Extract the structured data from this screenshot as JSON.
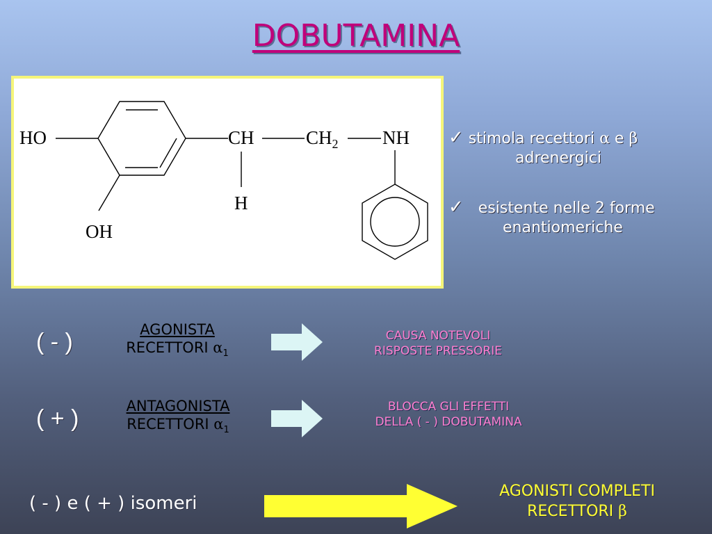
{
  "slide": {
    "title": "DOBUTAMINA",
    "structure": {
      "labels": {
        "ho": "HO",
        "oh": "OH",
        "ch": "CH",
        "ch2_main": "CH",
        "ch2_sub": "2",
        "nh": "NH",
        "h": "H"
      }
    },
    "bullets": [
      {
        "check": "✓",
        "line1_pre": "stimola recettori ",
        "alpha": "α",
        "mid": " e ",
        "beta": "β",
        "line2": "adrenergici"
      },
      {
        "check": "✓",
        "line1": "esistente nelle 2 forme",
        "line2": "enantiomeriche"
      }
    ],
    "rows": [
      {
        "sign": "( - )",
        "role": "AGONISTA",
        "receptor": "RECETTORI ",
        "alpha": "α",
        "sub": "1",
        "effect_line1": "CAUSA NOTEVOLI",
        "effect_line2": "RISPOSTE PRESSORIE"
      },
      {
        "sign": "( + )",
        "role": "ANTAGONISTA",
        "receptor": "RECETTORI ",
        "alpha": "α",
        "sub": "1",
        "effect_line1": "BLOCCA GLI EFFETTI",
        "effect_line2": "DELLA ( - ) DOBUTAMINA"
      }
    ],
    "bottom": {
      "isomeri": "( - ) e ( + ) isomeri",
      "result_line1": "AGONISTI COMPLETI",
      "result_line2_pre": "RECETTORI ",
      "beta": "β"
    },
    "colors": {
      "title": "#c0007a",
      "box_border": "#f5f57a",
      "arrow_light": "#dcf5f5",
      "arrow_yellow": "#ffff33",
      "effect_text": "#ff7fd0",
      "result_text": "#ffff33"
    }
  }
}
